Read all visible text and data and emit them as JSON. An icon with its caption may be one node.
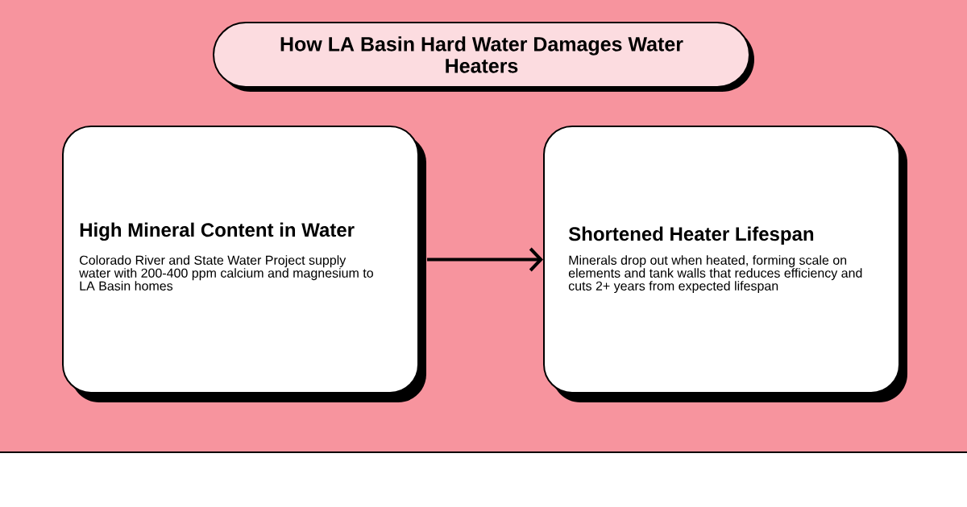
{
  "diagram": {
    "title": "How LA Basin Hard Water Damages Water Heaters",
    "nodes": [
      {
        "text": [
          "High Mineral Content in Water",
          "Colorado River and State Water Project supply water with 200-400 ppm calcium and magnesium to LA Basin homes"
        ]
      },
      {
        "text": [
          "Shortened Heater Lifespan",
          "Minerals drop out when heated, forming scale on elements and tank walls that reduces efficiency and cuts 2+ years from expected lifespan"
        ]
      }
    ],
    "edges": [
      {
        "from": 0,
        "to": 1,
        "arrow": "to"
      }
    ]
  }
}
